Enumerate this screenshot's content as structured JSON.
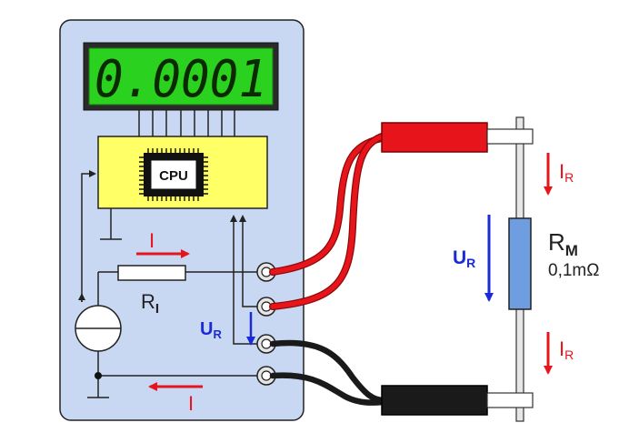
{
  "display": {
    "value": "0.0001",
    "digit_color": "#0b2a00",
    "ghost_color": "#3a9a12",
    "bg_color": "#2bd11f"
  },
  "chip": {
    "label": "CPU"
  },
  "labels": {
    "current_top": "I",
    "current_bottom": "I",
    "internal_resistor": "R",
    "internal_resistor_sub": "I",
    "meter_voltage": "U",
    "meter_voltage_sub": "R",
    "probe_voltage": "U",
    "probe_voltage_sub": "R",
    "probe_current_top": "I",
    "probe_current_top_sub": "R",
    "probe_current_bottom": "I",
    "probe_current_bottom_sub": "R",
    "measured_resistor": "R",
    "measured_resistor_sub": "M",
    "measured_resistor_value": "0,1mΩ"
  },
  "colors": {
    "meter_body": "#c9d8f2",
    "processor_block": "#ffff66",
    "red_arrow": "#e8141c",
    "blue_arrow": "#1a2ad6",
    "red_lead": "#e8141c",
    "black_lead": "#1a1a1a",
    "resistor_fill": "#6f9ee0"
  }
}
